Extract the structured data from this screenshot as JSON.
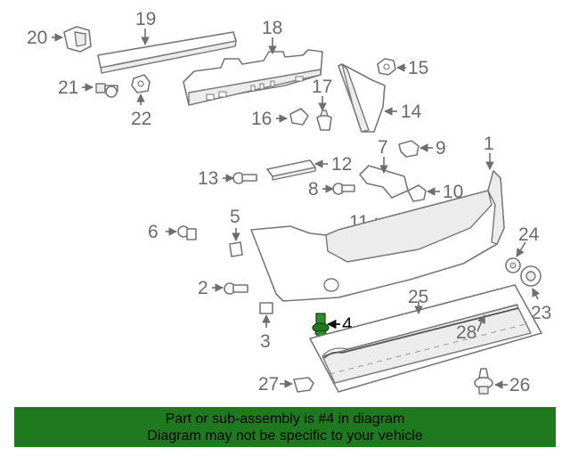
{
  "callouts": {
    "c1": "1",
    "c2": "2",
    "c3": "3",
    "c4": "4",
    "c5": "5",
    "c6": "6",
    "c7": "7",
    "c8": "8",
    "c9": "9",
    "c10": "10",
    "c11": "11",
    "c12": "12",
    "c13": "13",
    "c14": "14",
    "c15": "15",
    "c16": "16",
    "c17": "17",
    "c18": "18",
    "c19": "19",
    "c20": "20",
    "c21": "21",
    "c22": "22",
    "c23": "23",
    "c24": "24",
    "c25": "25",
    "c26": "26",
    "c27": "27",
    "c28": "28"
  },
  "highlight": {
    "part_number": "4",
    "color": "#1f7a1f"
  },
  "banner": {
    "line1": "Part or sub-assembly is #4 in diagram",
    "line2": "Diagram may not be specific to your vehicle",
    "background": "#1f7a1f"
  }
}
